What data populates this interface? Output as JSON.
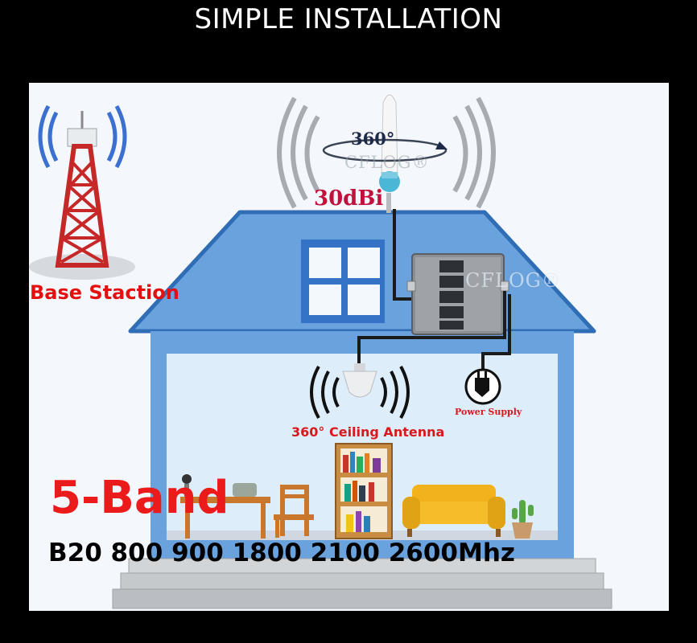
{
  "header": {
    "title": "SIMPLE INSTALLATION"
  },
  "base_station": {
    "label": "Base Staction"
  },
  "outdoor_antenna": {
    "gain": "30dBi",
    "rotation": "360°",
    "watermark": "CFLOG®"
  },
  "repeater": {
    "watermark": "CFLOG®"
  },
  "ceiling_antenna": {
    "label": "360° Ceiling Antenna"
  },
  "power_supply": {
    "label": "Power Supply"
  },
  "bands": {
    "title": "5-Band",
    "frequencies": "B20 800 900 1800 2100 2600Mhz"
  },
  "colors": {
    "background": "#000000",
    "house_wall": "#6aa2de",
    "house_interior": "#ddeefa",
    "roof_border": "#2f6db5",
    "accent_red": "#ec1b1b"
  }
}
